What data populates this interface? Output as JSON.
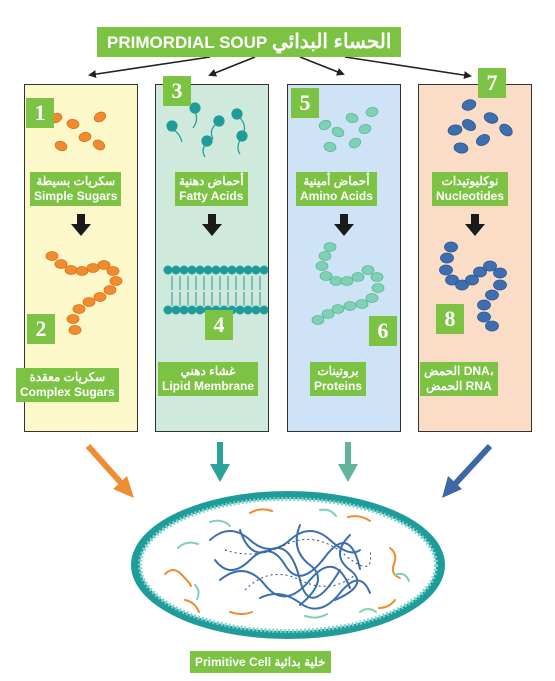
{
  "title": {
    "english": "PRIMORDIAL SOUP",
    "arabic": "الحساء البدائي"
  },
  "columns": [
    {
      "top_number": "1",
      "top_arabic": "سكريات بسيطة",
      "top_english": "Simple Sugars",
      "bottom_number": "2",
      "bottom_arabic": "سكريات معقدة",
      "bottom_english": "Complex Sugars",
      "panel_color": "#fcf8c9",
      "molecule_color": "#f28a2e"
    },
    {
      "top_number": "3",
      "top_arabic": "أحماض دهنية",
      "top_english": "Fatty Acids",
      "bottom_number": "4",
      "bottom_arabic": "غشاء دهني",
      "bottom_english": "Lipid Membrane",
      "panel_color": "#cfe9dc",
      "molecule_color": "#1f9c9a"
    },
    {
      "top_number": "5",
      "top_arabic": "أحماض أمينية",
      "top_english": "Amino Acids",
      "bottom_number": "6",
      "bottom_arabic": "بروتينات",
      "bottom_english": "Proteins",
      "panel_color": "#cfe3f6",
      "molecule_color": "#7fd1b4"
    },
    {
      "top_number": "7",
      "top_arabic": "نوكليوتيدات",
      "top_english": "Nucleotides",
      "bottom_number": "8",
      "bottom_line1": "الحمض DNA،",
      "bottom_line2": "الحمض RNA",
      "panel_color": "#fbdcc7",
      "molecule_color": "#3d6fb0"
    }
  ],
  "cell_label": {
    "english": "Primitive Cell",
    "arabic": "خلية بدائية"
  },
  "colors": {
    "label_green": "#7cc243",
    "arrow_orange": "#ef8d33",
    "arrow_teal": "#2aa39b",
    "arrow_mint": "#62b39a",
    "arrow_blue": "#3e67a6",
    "membrane": "#1f9c9a",
    "border": "#333333"
  }
}
